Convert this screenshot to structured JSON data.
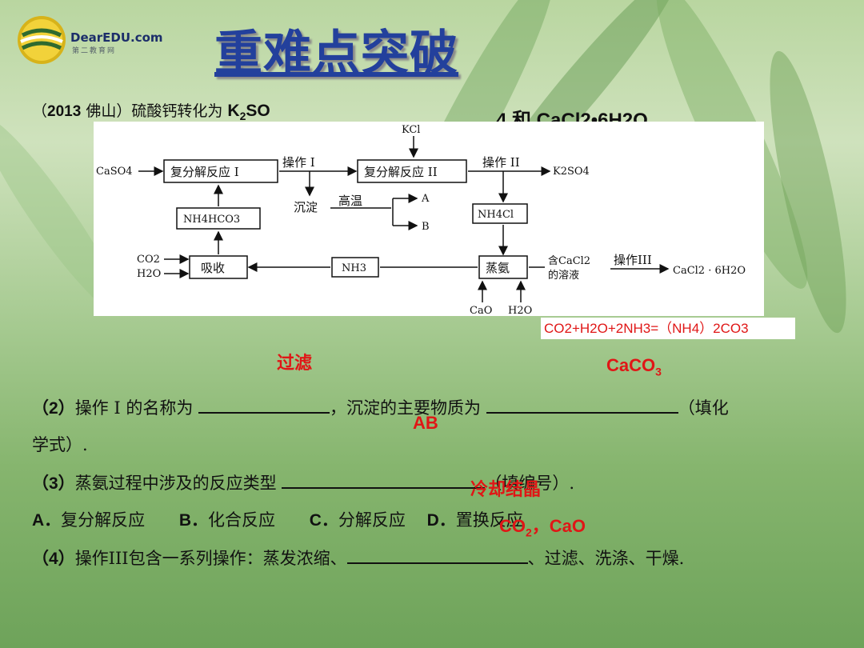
{
  "logo": {
    "brand": "DearEDU.com",
    "sub": "第二教育网"
  },
  "title": "重难点突破",
  "intro": {
    "prefix": "（",
    "year": "2013",
    "place": " 佛山）硫酸钙转化为 ",
    "k2so_main": "K",
    "k2so_sub": "2",
    "k2so_tail": "SO",
    "cut_line": "4 和 CaCl2•6H2O"
  },
  "diagram": {
    "kcl": "KCl",
    "caso4": "CaSO4",
    "box1": "复分解反应 I",
    "op1": "操作 I",
    "box2": "复分解反应 II",
    "op2": "操作 II",
    "k2so4": "K2SO4",
    "precipitate": "沉淀",
    "high_temp": "高温",
    "a": "A",
    "b": "B",
    "nh4hco3": "NH4HCO3",
    "nh4cl": "NH4Cl",
    "co2": "CO2",
    "h2o": "H2O",
    "absorb": "吸收",
    "nh3": "NH3",
    "steam": "蒸氨",
    "cacl2_sol_1": "含CaCl2",
    "cacl2_sol_2": "的溶液",
    "op3": "操作III",
    "product": "CaCl2 · 6H2O",
    "cao": "CaO",
    "h2o_bottom": "H2O"
  },
  "equation": "CO2+H2O+2NH3=（NH4）2CO3",
  "answers": {
    "filter": "过滤",
    "caco3_main": "CaCO",
    "caco3_sub": "3",
    "ab": "AB",
    "cool": "冷却结晶",
    "co2_main": "CO",
    "co2_sub": "2",
    "co2_tail": "，CaO"
  },
  "q2": {
    "num": "（2）",
    "part1": "操作 I 的名称为 ",
    "part2": "，沉淀的主要物质为 ",
    "part3": "（填化",
    "line2": "学式）."
  },
  "q3": {
    "num": "（3）",
    "part1": "蒸氨过程中涉及的反应类型 ",
    "part2": "（填编号）."
  },
  "options": {
    "a_key": "A．",
    "a_text": "复分解反应",
    "b_key": "B．",
    "b_text": "化合反应",
    "c_key": "C．",
    "c_text": "分解反应",
    "d_key": "D．",
    "d_text": "置换反应"
  },
  "q4": {
    "num": "（4）",
    "part1": "操作III包含一系列操作：蒸发浓缩、",
    "part2": "、过滤、洗涤、干燥."
  }
}
